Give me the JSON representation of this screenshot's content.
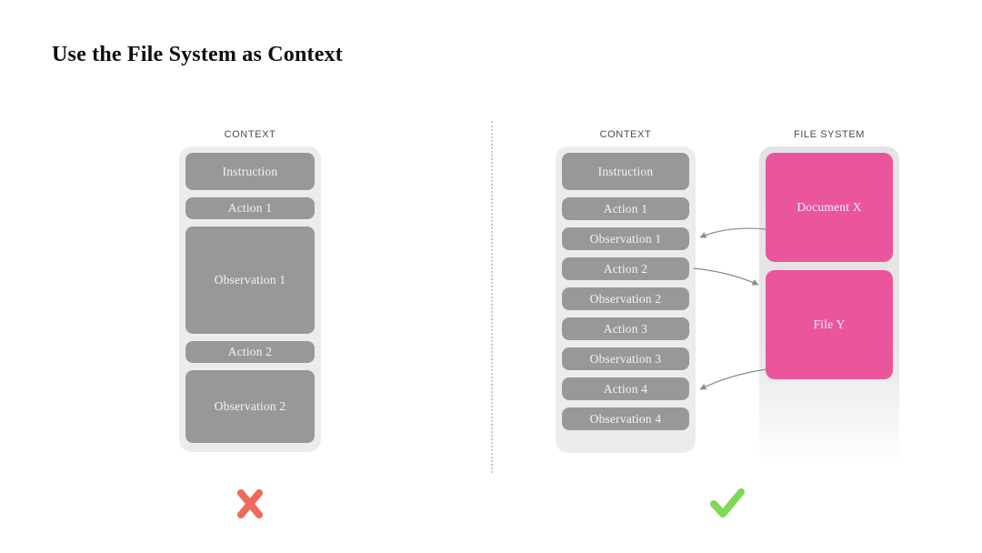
{
  "slide": {
    "title": "Use the File System as Context"
  },
  "colors": {
    "pink": "#ea559c",
    "box_gray": "#98989a",
    "panel_gray": "#ececec",
    "cross_red": "#ee6a5a",
    "check_green": "#7ed957",
    "arrow_gray": "#8a8a8a"
  },
  "bad_example": {
    "header": "CONTEXT",
    "boxes": [
      {
        "label": "Instruction",
        "size": "md"
      },
      {
        "label": "Action 1",
        "size": "sm"
      },
      {
        "label": "Observation 1",
        "size": "xl"
      },
      {
        "label": "Action 2",
        "size": "sm"
      },
      {
        "label": "Observation 2",
        "size": "lg"
      }
    ],
    "verdict": "rejected"
  },
  "good_example": {
    "context": {
      "header": "CONTEXT",
      "boxes": [
        {
          "label": "Instruction",
          "size": "md"
        },
        {
          "label": "Action 1",
          "size": "row"
        },
        {
          "label": "Observation 1",
          "size": "row"
        },
        {
          "label": "Action 2",
          "size": "row"
        },
        {
          "label": "Observation 2",
          "size": "row"
        },
        {
          "label": "Action 3",
          "size": "row"
        },
        {
          "label": "Observation 3",
          "size": "row"
        },
        {
          "label": "Action 4",
          "size": "row"
        },
        {
          "label": "Observation 4",
          "size": "row"
        }
      ]
    },
    "file_system": {
      "header": "FILE SYSTEM",
      "boxes": [
        {
          "label": "Document X",
          "size": "fs"
        },
        {
          "label": "File Y",
          "size": "fs"
        }
      ]
    },
    "arrows": [
      {
        "from": "Document X",
        "to": "Observation 1"
      },
      {
        "from": "Action 2",
        "to": "File Y"
      },
      {
        "from": "File Y",
        "to": "Action 4"
      }
    ],
    "verdict": "approved"
  }
}
